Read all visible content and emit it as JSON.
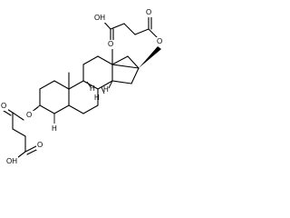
{
  "molecule": {
    "atoms": {
      "oh_top": "OH",
      "o_top_acid": "O",
      "o_top_carbonyl": "O",
      "o_17_ester": "O",
      "me_13": "",
      "h_14": "H",
      "h_8": "H",
      "h_9": "H",
      "me_10": "",
      "o_3_ester": "O",
      "o_bottom_carbonyl": "O",
      "h_5": "H",
      "o_bottom_acid": "O",
      "oh_bottom": "OH"
    }
  }
}
